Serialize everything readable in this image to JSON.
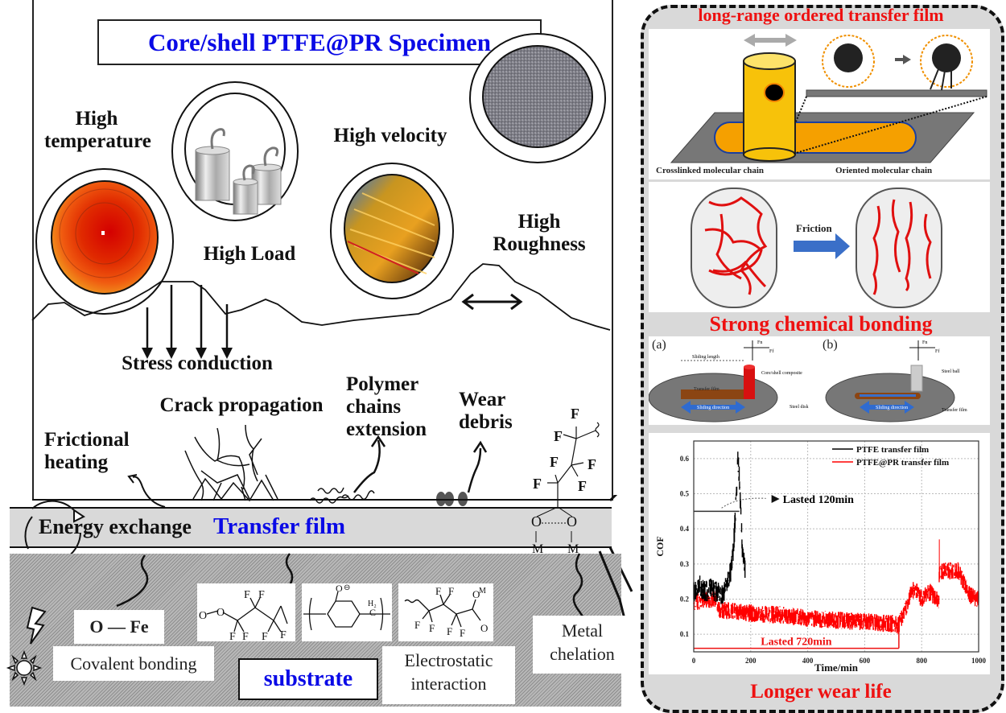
{
  "specimen": {
    "title": "Core/shell PTFE@PR Specimen",
    "conditions": [
      {
        "label": "High temperature",
        "icon": "heatmap-circle-icon"
      },
      {
        "label": "High Load",
        "icon": "weights-circle-icon"
      },
      {
        "label": "High velocity",
        "icon": "motion-blur-circle-icon"
      },
      {
        "label": "High Roughness",
        "icon": "rough-surface-circle-icon"
      }
    ],
    "labels": {
      "stress": "Stress conduction",
      "crack": "Crack propagation",
      "heating_1": "Frictional",
      "heating_2": "heating",
      "polymer_1": "Polymer",
      "polymer_2": "chains",
      "polymer_3": "extension",
      "debris_1": "Wear",
      "debris_2": "debris"
    },
    "fluorine_atom": "F"
  },
  "transfer_film": {
    "label": "Transfer film",
    "energy": "Energy exchange",
    "chelate_o": "O",
    "chelate_m": "M"
  },
  "substrate": {
    "label": "substrate",
    "ofe": "O — Fe",
    "covalent": "Covalent bonding",
    "electro_1": "Electrostatic",
    "electro_2": "interaction",
    "metal_1": "Metal",
    "metal_2": "chelation"
  },
  "right_panel": {
    "top_title": "long-range ordered transfer film",
    "crosslinked": "Crosslinked molecular chain",
    "oriented": "Oriented molecular chain",
    "friction": "Friction",
    "mid_title": "Strong chemical bonding",
    "schematic_a": {
      "tag": "(a)",
      "fn": "Fn",
      "ff": "Ff",
      "sliding_length": "Sliding length",
      "composite": "Core/shell composite",
      "film": "Transfer film",
      "direction": "Sliding direction",
      "disk": "Steel disk"
    },
    "schematic_b": {
      "tag": "(b)",
      "fn": "Fn",
      "ff": "Ff",
      "ball": "Steel ball",
      "film": "Transfer film",
      "direction": "Sliding direction"
    },
    "bottom_title": "Longer wear life"
  },
  "colors": {
    "blue_text": "#0a0ae6",
    "red_text": "#ee1111",
    "panel_gray": "#d9d9d9",
    "orange": "#f5a000"
  },
  "chart_data": {
    "type": "line",
    "title": "",
    "xlabel": "Time/min",
    "ylabel": "COF",
    "xlim": [
      0,
      1000
    ],
    "ylim": [
      0.05,
      0.65
    ],
    "xticks": [
      0,
      200,
      400,
      600,
      800,
      1000
    ],
    "yticks": [
      0.1,
      0.2,
      0.3,
      0.4,
      0.5,
      0.6
    ],
    "grid": true,
    "legend": "top-right",
    "series": [
      {
        "name": "PTFE transfer film",
        "color": "#000000",
        "x": [
          0,
          20,
          40,
          60,
          80,
          100,
          120,
          130,
          140,
          150,
          155,
          160,
          165,
          170,
          180
        ],
        "y": [
          0.22,
          0.24,
          0.22,
          0.23,
          0.22,
          0.21,
          0.25,
          0.28,
          0.35,
          0.5,
          0.6,
          0.55,
          0.45,
          0.35,
          0.28
        ],
        "band": 0.03
      },
      {
        "name": "PTFE@PR transfer film",
        "color": "#ff0000",
        "x": [
          0,
          40,
          80,
          90,
          200,
          300,
          400,
          500,
          600,
          700,
          720,
          760,
          775,
          800,
          830,
          860,
          862,
          900,
          930,
          970,
          1000
        ],
        "y": [
          0.19,
          0.2,
          0.2,
          0.17,
          0.16,
          0.155,
          0.145,
          0.14,
          0.135,
          0.13,
          0.125,
          0.21,
          0.23,
          0.2,
          0.22,
          0.19,
          0.28,
          0.28,
          0.28,
          0.21,
          0.2
        ],
        "band": 0.025,
        "spike": {
          "x": 862,
          "y": 0.37
        }
      }
    ],
    "annotations": [
      {
        "text": "Lasted 120min",
        "y": 0.45,
        "x_end": 160,
        "color": "#000000"
      },
      {
        "text": "Lasted 720min",
        "y": 0.06,
        "x_end": 720,
        "color": "#ee1111"
      }
    ]
  }
}
